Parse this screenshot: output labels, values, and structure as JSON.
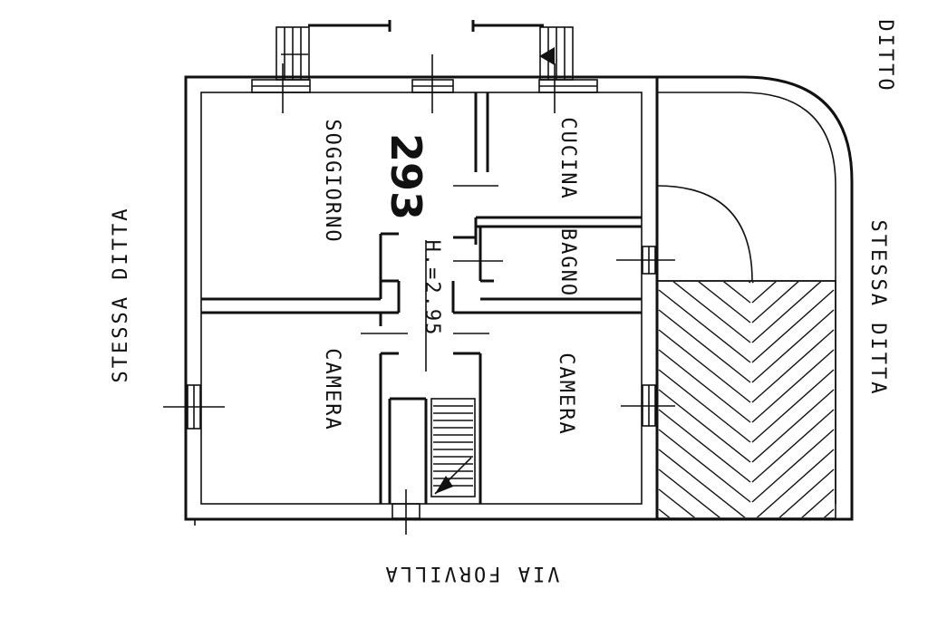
{
  "plan": {
    "sheet_number": "293",
    "height_note": "H.=2.95",
    "rooms": {
      "soggiorno": "SOGGIORNO",
      "cucina": "CUCINA",
      "bagno": "BAGNO",
      "camera_left": "CAMERA",
      "camera_right": "CAMERA"
    },
    "streets": {
      "bottom": "VIA FORVILLA",
      "left": "STESSA DITTA",
      "right": "STESSA DITTA",
      "top_right": "DITTO"
    }
  }
}
